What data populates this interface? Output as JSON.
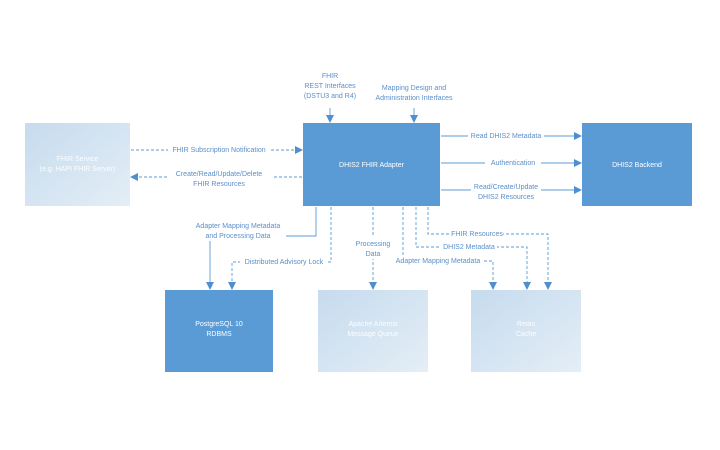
{
  "nodes": {
    "fhir_service": {
      "line1": "FHIR Service",
      "line2": "(e.g. HAPI FHIR Server)"
    },
    "adapter": {
      "line1": "DHIS2 FHIR Adapter"
    },
    "backend": {
      "line1": "DHIS2 Backend"
    },
    "postgres": {
      "line1": "PostgreSQL 10",
      "line2": "RDBMS"
    },
    "artemis": {
      "line1": "Apache Artemis",
      "line2": "Message Queue"
    },
    "redis": {
      "line1": "Redis",
      "line2": "Cache"
    }
  },
  "labels": {
    "fhir_rest": [
      "FHIR",
      "REST Interfaces",
      "(DSTU3 and R4)"
    ],
    "mapping_design": [
      "Mapping Design and",
      "Administration Interfaces"
    ],
    "subscription": "FHIR Subscription Notification",
    "crud_fhir": [
      "Create/Read/Update/Delete",
      "FHIR Resources"
    ],
    "read_metadata": "Read DHIS2 Metadata",
    "authentication": "Authentication",
    "rcu_dhis2": [
      "Read/Create/Update",
      "DHIS2 Resources"
    ],
    "adapter_mapping_processing": [
      "Adapter Mapping Metadata",
      "and Processing Data"
    ],
    "distributed_lock": "Distributed Advisory Lock",
    "processing_data": [
      "Processing",
      "Data"
    ],
    "fhir_resources": "FHIR Resources",
    "dhis2_metadata": "DHIS2 Metadata",
    "adapter_mapping_metadata": "Adapter Mapping Metadata"
  }
}
